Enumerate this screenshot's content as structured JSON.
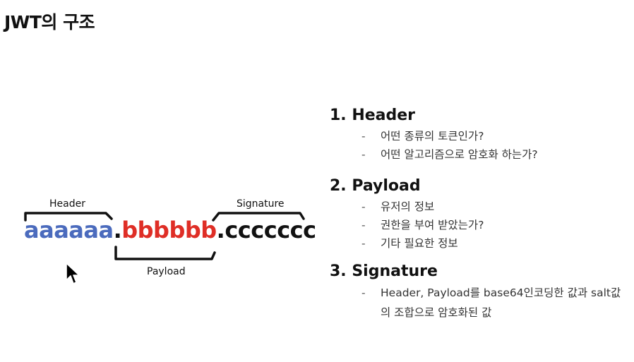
{
  "page": {
    "title": "JWT의 구조"
  },
  "diagram": {
    "label_header": "Header",
    "label_payload": "Payload",
    "label_signature": "Signature",
    "segment_header": "aaaaaa",
    "segment_payload": "bbbbbb",
    "segment_signature": "ccccccc",
    "separator": ".",
    "header_color": "#4b6bbd",
    "payload_color": "#df2e26",
    "signature_color": "#111111"
  },
  "sections": [
    {
      "heading": "1. Header",
      "items": [
        "어떤 종류의 토큰인가?",
        "어떤 알고리즘으로 암호화 하는가?"
      ]
    },
    {
      "heading": "2. Payload",
      "items": [
        "유저의 정보",
        "권한을 부여 받았는가?",
        "기타 필요한 정보"
      ]
    },
    {
      "heading": "3. Signature",
      "items": [
        "Header, Payload를 base64인코딩한 값과 salt값의 조합으로 암호화된 값"
      ]
    }
  ],
  "bullet_marker": "-",
  "icons": {
    "cursor": "mouse-pointer-icon"
  }
}
